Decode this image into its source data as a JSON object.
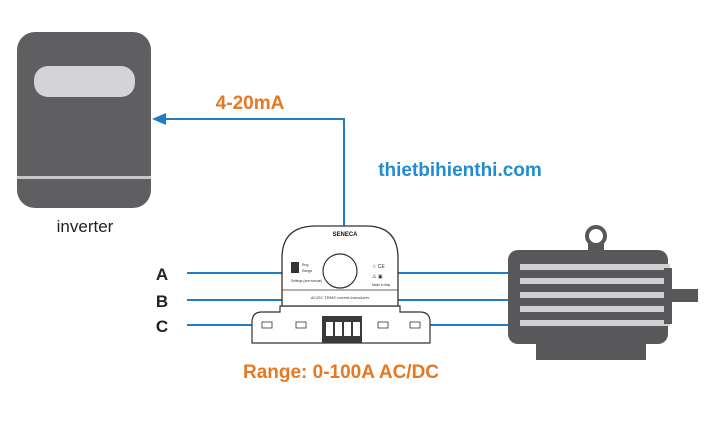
{
  "inverter": {
    "label": "inverter"
  },
  "signal": {
    "label": "4-20mA",
    "color": "#E87722"
  },
  "watermark": {
    "text": "thietbihienthi.com",
    "color": "#1F8DD6"
  },
  "phases": [
    "A",
    "B",
    "C"
  ],
  "range": {
    "label": "Range: 0-100A AC/DC",
    "color": "#E87722"
  },
  "wire_color": "#1E7DC8",
  "device": {
    "brand": "SENECA",
    "title": "AC/DC TRMS current transducer",
    "switch_labels": [
      "Rng",
      "Range"
    ],
    "settings_label": "Settings (see manual)",
    "made_in": "Made in Italy"
  }
}
